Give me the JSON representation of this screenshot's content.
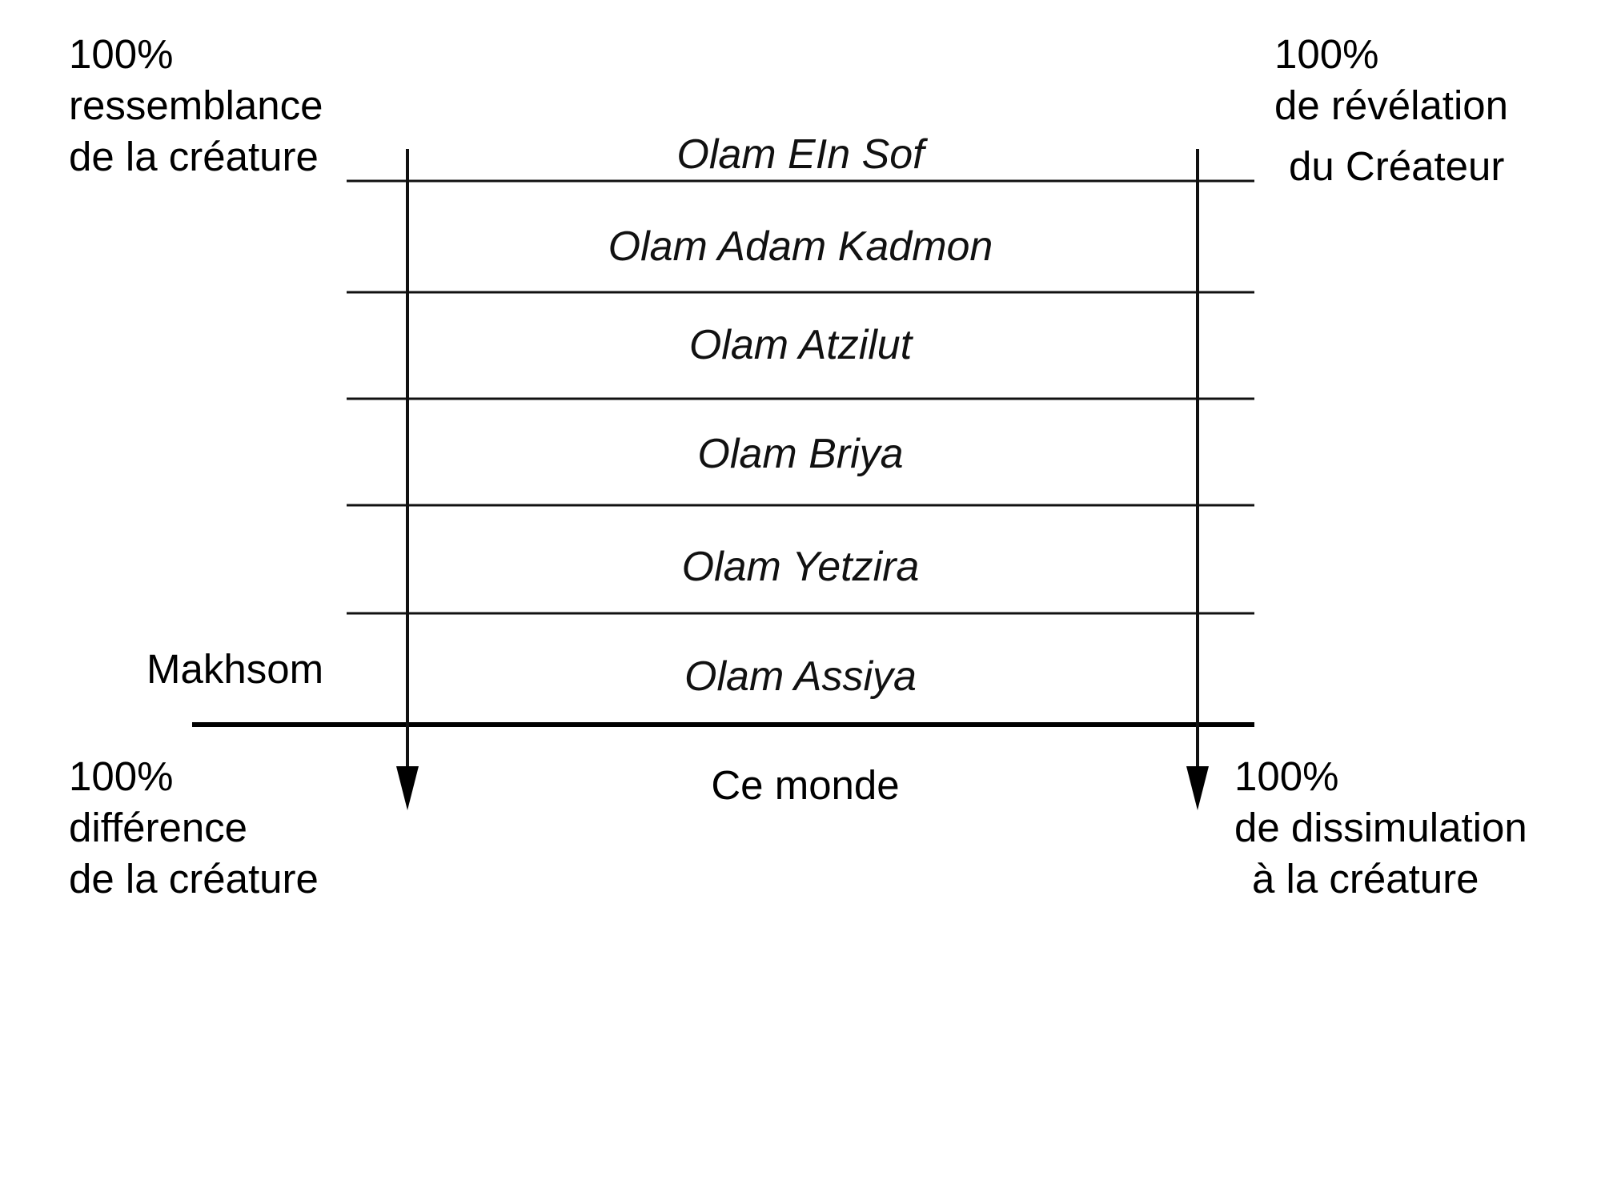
{
  "top_left": {
    "lines": [
      "100%",
      "ressemblance",
      "de la créature"
    ]
  },
  "top_right": {
    "lines": [
      "100%",
      "de révélation",
      "du Créateur"
    ]
  },
  "bottom_left": {
    "lines": [
      "100%",
      "différence",
      "de la créature"
    ]
  },
  "bottom_right": {
    "lines": [
      "100%",
      "de dissimulation",
      "à la créature"
    ]
  },
  "worlds": [
    "Olam EIn Sof",
    "Olam Adam Kadmon",
    "Olam Atzilut",
    "Olam Briya",
    "Olam Yetzira",
    "Olam Assiya"
  ],
  "makhsom_label": "Makhsom",
  "this_world_label": "Ce monde"
}
